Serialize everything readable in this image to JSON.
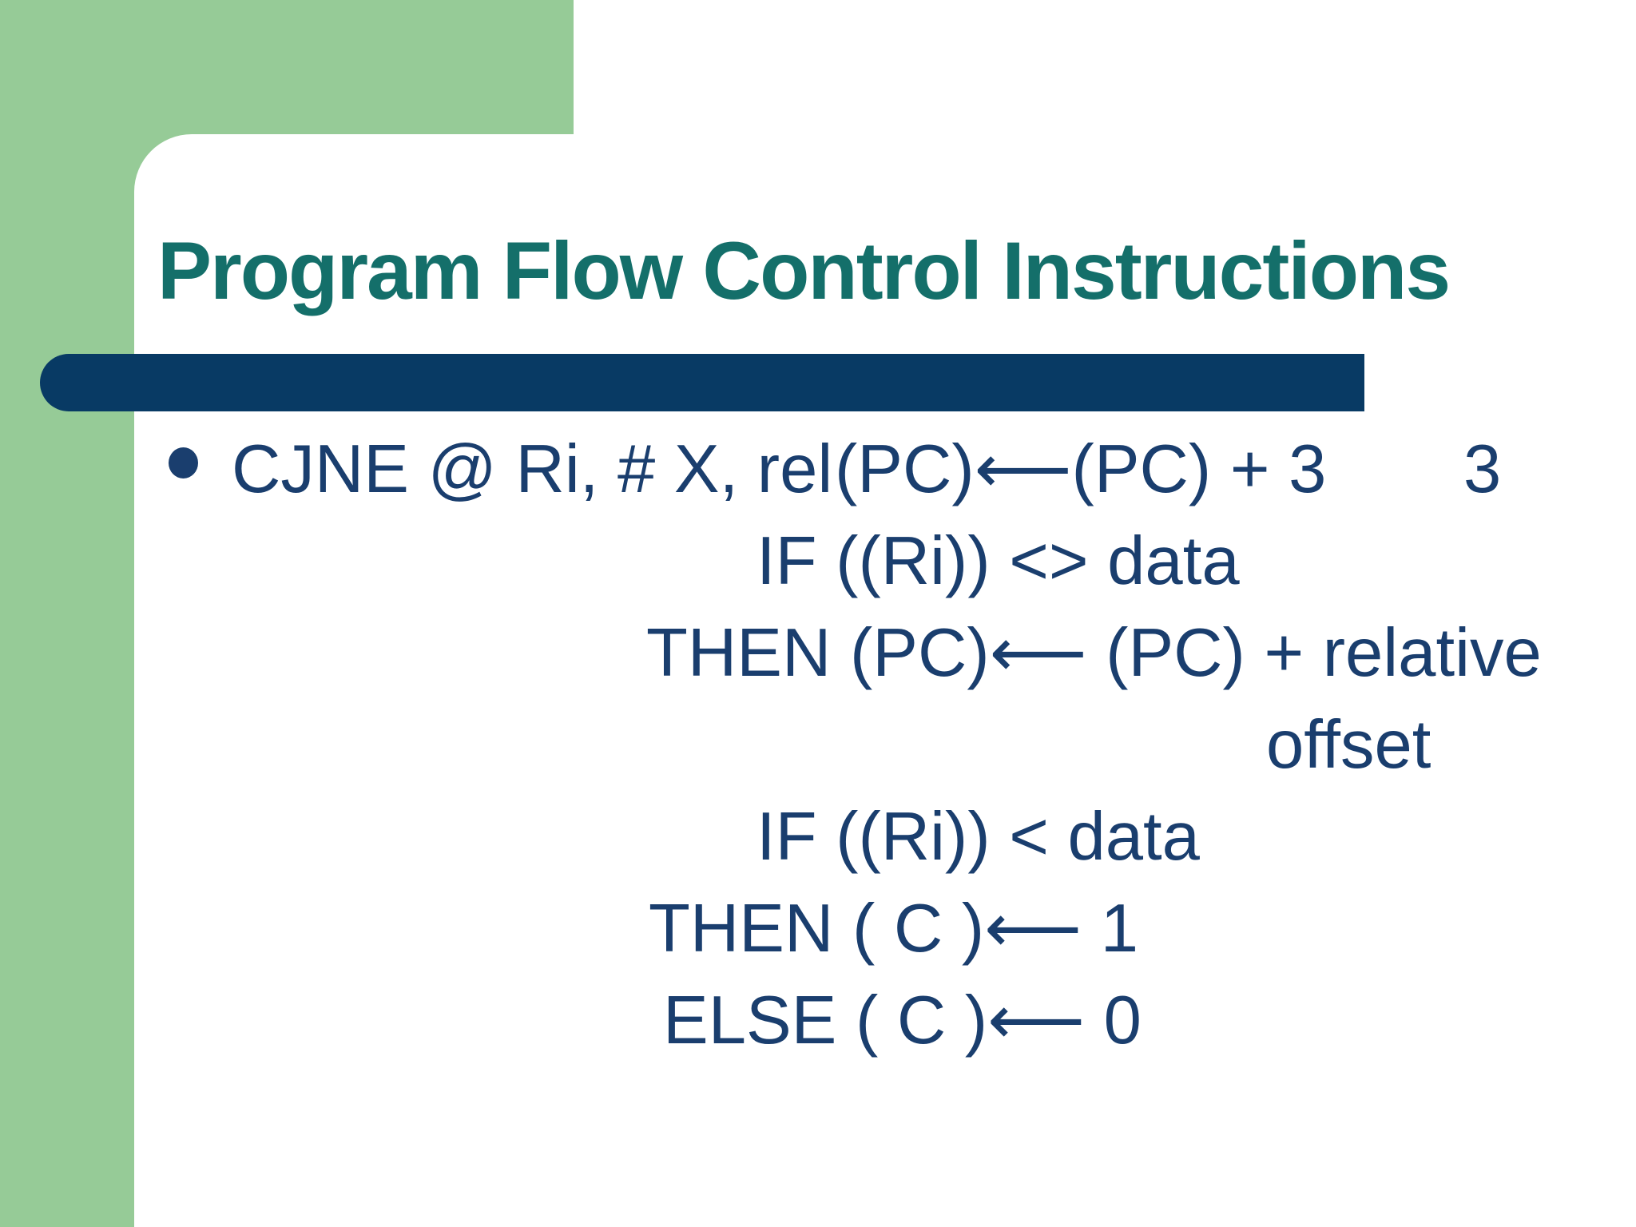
{
  "slide": {
    "title": "Program Flow Control Instructions",
    "bullet": {
      "instruction": "CJNE @ Ri, # X, rel",
      "pc_update": "(PC)⟵(PC) + 3",
      "byte_count": "3",
      "condition_1": "IF ((Ri)) <> data",
      "then_1": "THEN (PC)⟵ (PC) + relative",
      "then_1_continuation": "offset",
      "condition_2": "IF ((Ri)) < data",
      "then_2": "THEN ( C )⟵ 1",
      "else_2": "ELSE ( C )⟵ 0"
    }
  },
  "colors": {
    "background_green": "#96CB97",
    "accent_bar_navy": "#083A64",
    "title_teal": "#146F6A",
    "body_text_navy": "#1A3E6E",
    "panel_white": "#FFFFFF"
  }
}
